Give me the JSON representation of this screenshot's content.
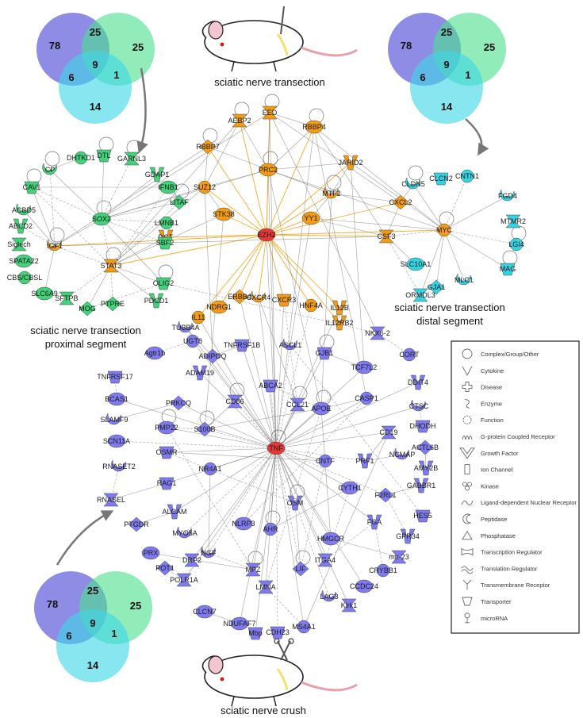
{
  "captions": {
    "transection": "sciatic nerve transection",
    "proximal_line1": "sciatic nerve transection",
    "proximal_line2": "proximal segment",
    "distal_line1": "sciatic nerve transection",
    "distal_line2": "distal segment",
    "crush": "sciatic nerve crush"
  },
  "venn": {
    "regions": [
      "78",
      "25",
      "25",
      "6",
      "9",
      "1",
      "14"
    ],
    "colors": {
      "set_a": "#4b46d6",
      "set_b": "#4ee08f",
      "set_c": "#3fd6e6"
    }
  },
  "colors": {
    "hub": "#e53935",
    "orange": "#f39c12",
    "green": "#43d17a",
    "cyan": "#34d3e3",
    "purple": "#7f7bef",
    "edge": "#6b6b6b",
    "edge_highlight": "#f5a623"
  },
  "hubs": [
    "EZH2",
    "TNF"
  ],
  "orange_nodes": [
    "EED",
    "AEBP2",
    "RBBP4",
    "RBBP7",
    "JARID2",
    "PRC2",
    "SUZ12",
    "MTF2",
    "YY1",
    "STK38",
    "CXCL2",
    "CSF3",
    "MYC",
    "DGT",
    "IGF1",
    "STAT3",
    "NDRG1",
    "ERBB4",
    "CXCR4",
    "CXCR3",
    "HNF4A",
    "IL12B",
    "IL12RB2",
    "IL11"
  ],
  "green_nodes": [
    "DHTKD1",
    "DTL",
    "GARNL3",
    "CP",
    "GDAP1",
    "CAV1",
    "IFNB1",
    "LITAF",
    "ACBD5",
    "SOX2",
    "LMNB1",
    "ABCD2",
    "SBF2",
    "Siglech",
    "SPATA22",
    "CBS/CBSL",
    "OLIG2",
    "SLC6A9",
    "PDCD1",
    "SFTPB",
    "MOG",
    "PTPRE"
  ],
  "cyan_nodes": [
    "CLDN5",
    "CLCN2",
    "CNTN1",
    "FGD4",
    "MTMR2",
    "LGI4",
    "SLC10A1",
    "MAG",
    "ORMDL3",
    "GJA1",
    "MLC1"
  ],
  "purple_nodes": [
    "TUBB4A",
    "UGT8",
    "TNFRSF1B",
    "ASCL1",
    "NKX6-2",
    "Agtr1b",
    "ADIPOQ",
    "GJB1",
    "CORT",
    "TNFRSF17",
    "ADAM19",
    "ABCA2",
    "TCF7L2",
    "DDIT4",
    "CCL21",
    "BCAS1",
    "PRKCQ",
    "CD86",
    "APOE",
    "CASP1",
    "CTSC",
    "SLAMF9",
    "PMP22",
    "S100B",
    "CD19",
    "DHODH",
    "SCN11A",
    "ACTL6B",
    "OSMR",
    "CNTF",
    "PRF1",
    "NCMAP",
    "RNASET2",
    "NR4A1",
    "AMY2B",
    "RAG1",
    "CYTH1",
    "F2RL1",
    "GABBR1",
    "RNASEL",
    "OSM",
    "ALCAM",
    "HES5",
    "NLRP3",
    "PTGDR",
    "MYO5A",
    "AHR",
    "FGA",
    "GPR34",
    "PRX",
    "HMGCR",
    "NGF",
    "DRP2",
    "mir-23",
    "POT1",
    "MPZ",
    "ITGA4",
    "LIF",
    "CRYBB1",
    "LMNA",
    "POLR1A",
    "CCDC24",
    "LAG3",
    "Klrk1",
    "CLCN7",
    "NDUFAF7",
    "Mbp",
    "CDH23",
    "MS4A1"
  ],
  "legend": {
    "items": [
      {
        "label": "Complex/Group/Other",
        "icon": "circle"
      },
      {
        "label": "Cytokine",
        "icon": "v-shape"
      },
      {
        "label": "Disease",
        "icon": "cross"
      },
      {
        "label": "Enzyme",
        "icon": "rhombus"
      },
      {
        "label": "Function",
        "icon": "gear"
      },
      {
        "label": "G-protein Coupled Receptor",
        "icon": "coil"
      },
      {
        "label": "Growth Factor",
        "icon": "wide-v"
      },
      {
        "label": "Ion Channel",
        "icon": "channel"
      },
      {
        "label": "Kinase",
        "icon": "kinase"
      },
      {
        "label": "Ligand-dependent Nuclear Receptor",
        "icon": "hook"
      },
      {
        "label": "Peptidase",
        "icon": "crescent"
      },
      {
        "label": "Phosphatase",
        "icon": "triangle"
      },
      {
        "label": "Transcription Regulator",
        "icon": "bowtie"
      },
      {
        "label": "Translation Regulator",
        "icon": "wave"
      },
      {
        "label": "Transmembrane Receptor",
        "icon": "receptor"
      },
      {
        "label": "Transporter",
        "icon": "trapezoid"
      },
      {
        "label": "microRNA",
        "icon": "mirna"
      }
    ]
  }
}
